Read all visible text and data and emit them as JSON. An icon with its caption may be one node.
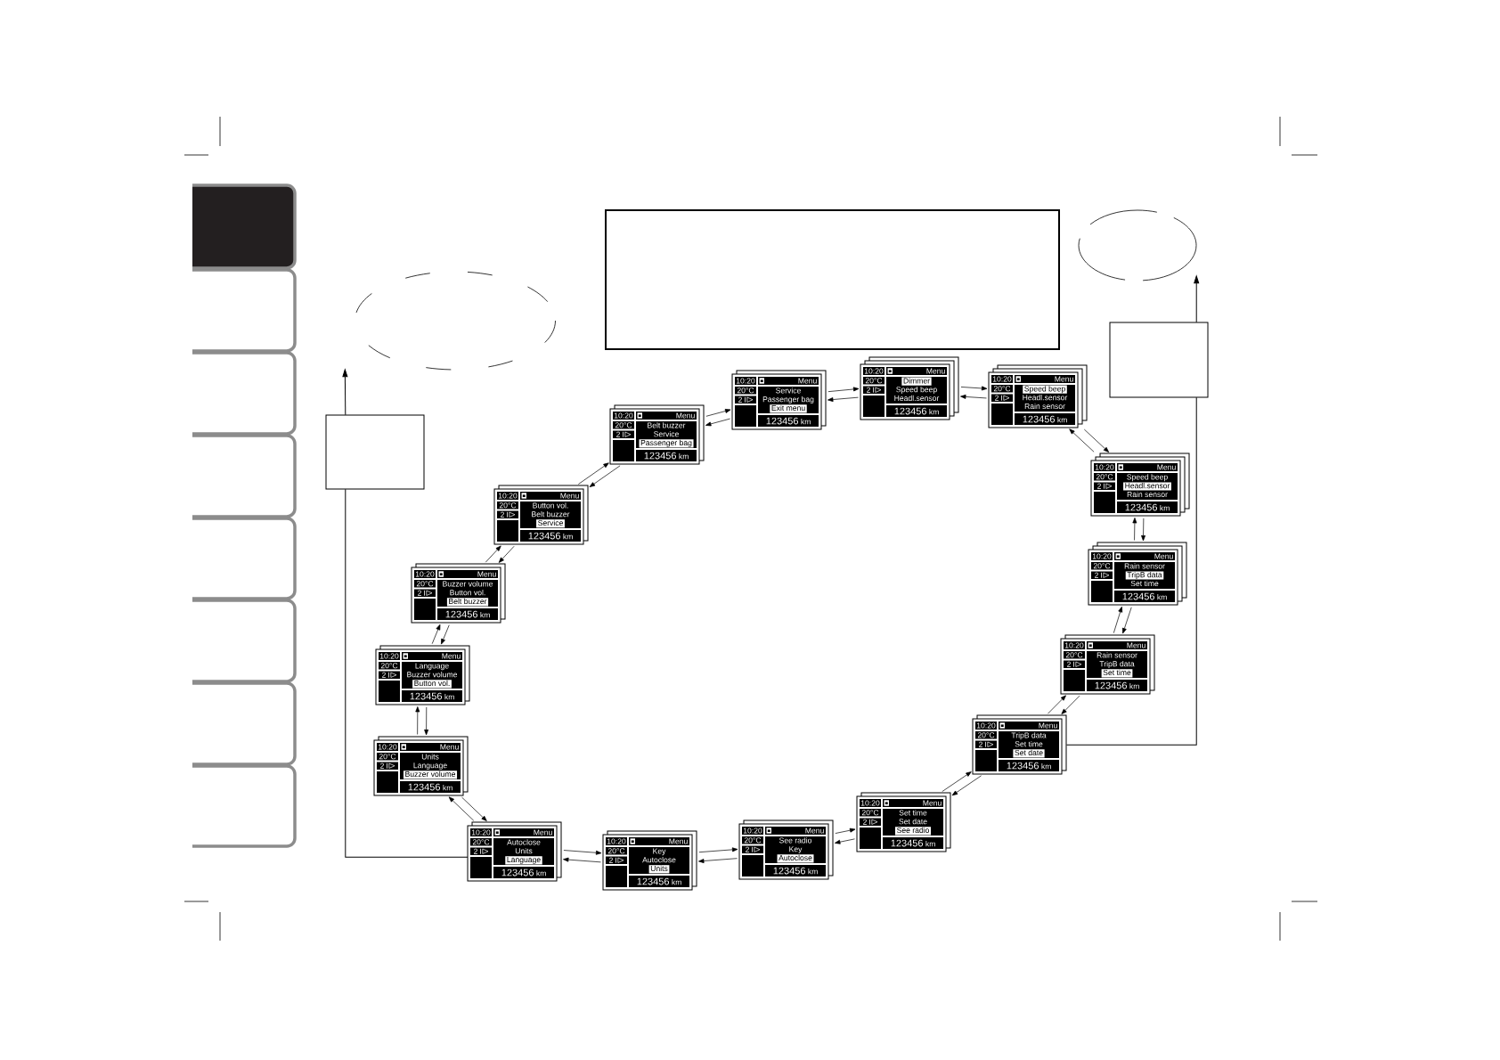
{
  "diagram": {
    "nodes": [
      {
        "text": [],
        "shape": "ellipse"
      },
      {
        "text": [],
        "shape": "box"
      },
      {
        "text": [],
        "shape": "ellipse"
      },
      {
        "text": [],
        "shape": "box"
      },
      {
        "text": [],
        "shape": "box"
      },
      {
        "text": [
          "10:20",
          "Menu",
          "20°C",
          "2",
          "Dimmer",
          "Speed beep",
          "Headl.sensor",
          "123456",
          "km"
        ]
      },
      {
        "text": [
          "10:20",
          "Menu",
          "20°C",
          "2",
          "Speed beep",
          "Headl.sensor",
          "Rain sensor",
          "123456",
          "km"
        ]
      },
      {
        "text": [
          "10:20",
          "Menu",
          "20°C",
          "2",
          "Speed beep",
          "Headl.sensor",
          "Rain sensor",
          "123456",
          "km"
        ]
      },
      {
        "text": [
          "10:20",
          "Menu",
          "20°C",
          "2",
          "Rain sensor",
          "TripB data",
          "Set time",
          "123456",
          "km"
        ]
      },
      {
        "text": [
          "10:20",
          "Menu",
          "20°C",
          "2",
          "Rain sensor",
          "TripB data",
          "Set time",
          "123456",
          "km"
        ]
      },
      {
        "text": [
          "10:20",
          "Menu",
          "20°C",
          "2",
          "TripB data",
          "Set time",
          "Set date",
          "123456",
          "km"
        ]
      },
      {
        "text": [
          "10:20",
          "Menu",
          "20°C",
          "2",
          "Set time",
          "Set date",
          "See radio",
          "123456",
          "km"
        ]
      },
      {
        "text": [
          "10:20",
          "Menu",
          "20°C",
          "2",
          "See radio",
          "Key",
          "Autoclose",
          "123456",
          "km"
        ]
      },
      {
        "text": [
          "10:20",
          "Menu",
          "20°C",
          "2",
          "Key",
          "Autoclose",
          "Units",
          "123456",
          "km"
        ]
      },
      {
        "text": [
          "10:20",
          "Menu",
          "20°C",
          "2",
          "Autoclose",
          "Units",
          "Language",
          "123456",
          "km"
        ]
      },
      {
        "text": [
          "10:20",
          "Menu",
          "20°C",
          "2",
          "Units",
          "Language",
          "Buzzer volume",
          "123456",
          "km"
        ]
      },
      {
        "text": [
          "10:20",
          "Menu",
          "20°C",
          "2",
          "Language",
          "Buzzer volume",
          "Button vol.",
          "123456",
          "km"
        ]
      },
      {
        "text": [
          "10:20",
          "Menu",
          "20°C",
          "2",
          "Buzzer volume",
          "Button vol.",
          "Belt buzzer",
          "123456",
          "km"
        ]
      },
      {
        "text": [
          "10:20",
          "Menu",
          "20°C",
          "2",
          "Button vol.",
          "Belt buzzer",
          "Service",
          "123456",
          "km"
        ]
      },
      {
        "text": [
          "10:20",
          "Menu",
          "20°C",
          "2",
          "Belt buzzer",
          "Service",
          "Passenger bag",
          "123456",
          "km"
        ]
      },
      {
        "text": [
          "10:20",
          "Menu",
          "20°C",
          "2",
          "Service",
          "Passenger bag",
          "Exit menu",
          "123456",
          "km"
        ]
      }
    ],
    "edges": [
      {
        "from": 5,
        "to": 6,
        "arrow": "to"
      },
      {
        "from": 6,
        "to": 5,
        "arrow": "to"
      },
      {
        "from": 6,
        "to": 7,
        "arrow": "to"
      },
      {
        "from": 7,
        "to": 6,
        "arrow": "to"
      },
      {
        "from": 7,
        "to": 8,
        "arrow": "to"
      },
      {
        "from": 8,
        "to": 7,
        "arrow": "to"
      },
      {
        "from": 8,
        "to": 9,
        "arrow": "to"
      },
      {
        "from": 9,
        "to": 8,
        "arrow": "to"
      },
      {
        "from": 9,
        "to": 10,
        "arrow": "to"
      },
      {
        "from": 10,
        "to": 9,
        "arrow": "to"
      },
      {
        "from": 10,
        "to": 11,
        "arrow": "to"
      },
      {
        "from": 11,
        "to": 10,
        "arrow": "to"
      },
      {
        "from": 11,
        "to": 12,
        "arrow": "to"
      },
      {
        "from": 12,
        "to": 11,
        "arrow": "to"
      },
      {
        "from": 12,
        "to": 13,
        "arrow": "to"
      },
      {
        "from": 13,
        "to": 12,
        "arrow": "to"
      },
      {
        "from": 13,
        "to": 14,
        "arrow": "to"
      },
      {
        "from": 14,
        "to": 13,
        "arrow": "to"
      },
      {
        "from": 14,
        "to": 15,
        "arrow": "to"
      },
      {
        "from": 15,
        "to": 14,
        "arrow": "to"
      },
      {
        "from": 15,
        "to": 16,
        "arrow": "to"
      },
      {
        "from": 16,
        "to": 15,
        "arrow": "to"
      },
      {
        "from": 16,
        "to": 17,
        "arrow": "to"
      },
      {
        "from": 17,
        "to": 16,
        "arrow": "to"
      },
      {
        "from": 17,
        "to": 18,
        "arrow": "to"
      },
      {
        "from": 18,
        "to": 17,
        "arrow": "to"
      },
      {
        "from": 18,
        "to": 19,
        "arrow": "to"
      },
      {
        "from": 19,
        "to": 18,
        "arrow": "to"
      },
      {
        "from": 19,
        "to": 20,
        "arrow": "to"
      },
      {
        "from": 20,
        "to": 19,
        "arrow": "to"
      },
      {
        "from": 20,
        "to": 5,
        "arrow": "to"
      },
      {
        "from": 5,
        "to": 20,
        "arrow": "to"
      },
      {
        "from": 10,
        "to": 3,
        "arrow": "none"
      },
      {
        "from": 3,
        "to": 2,
        "arrow": "to"
      },
      {
        "from": 14,
        "to": 4,
        "arrow": "none"
      },
      {
        "from": 4,
        "to": 0,
        "arrow": "to"
      }
    ]
  }
}
